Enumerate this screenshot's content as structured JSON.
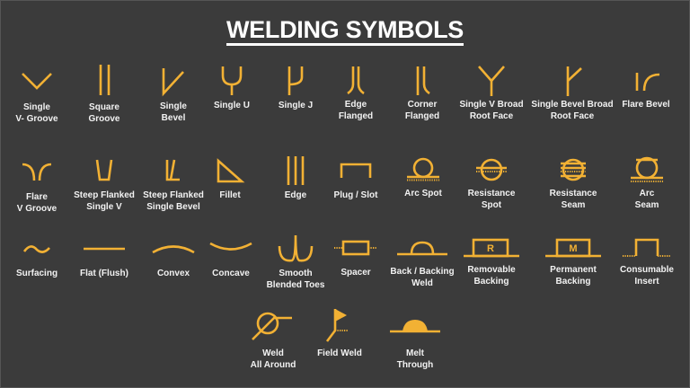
{
  "title": "WELDING SYMBOLS",
  "colors": {
    "background": "#3b3b3b",
    "symbol": "#f2b134",
    "text": "#f2f2f2"
  },
  "rows": [
    {
      "symbols": [
        {
          "icon": "single-v-groove-icon",
          "label": "Single\nV- Groove"
        },
        {
          "icon": "square-groove-icon",
          "label": "Square\nGroove"
        },
        {
          "icon": "single-bevel-icon",
          "label": "Single\nBevel"
        },
        {
          "icon": "single-u-icon",
          "label": "Single U"
        },
        {
          "icon": "single-j-icon",
          "label": "Single J"
        },
        {
          "icon": "edge-flanged-icon",
          "label": "Edge\nFlanged"
        },
        {
          "icon": "corner-flanged-icon",
          "label": "Corner\nFlanged"
        },
        {
          "icon": "single-v-broad-root-face-icon",
          "label": "Single V Broad\nRoot Face"
        },
        {
          "icon": "single-bevel-broad-root-face-icon",
          "label": "Single Bevel Broad\nRoot Face"
        },
        {
          "icon": "flare-bevel-icon",
          "label": "Flare Bevel"
        }
      ]
    },
    {
      "symbols": [
        {
          "icon": "flare-v-groove-icon",
          "label": "Flare\nV Groove"
        },
        {
          "icon": "steep-flanked-single-v-icon",
          "label": "Steep Flanked\nSingle V"
        },
        {
          "icon": "steep-flanked-single-bevel-icon",
          "label": "Steep Flanked\nSingle Bevel"
        },
        {
          "icon": "fillet-icon",
          "label": "Fillet"
        },
        {
          "icon": "edge-icon",
          "label": "Edge"
        },
        {
          "icon": "plug-slot-icon",
          "label": "Plug / Slot"
        },
        {
          "icon": "arc-spot-icon",
          "label": "Arc Spot"
        },
        {
          "icon": "resistance-spot-icon",
          "label": "Resistance\nSpot"
        },
        {
          "icon": "resistance-seam-icon",
          "label": "Resistance\nSeam"
        },
        {
          "icon": "arc-seam-icon",
          "label": "Arc\nSeam"
        }
      ]
    },
    {
      "symbols": [
        {
          "icon": "surfacing-icon",
          "label": "Surfacing"
        },
        {
          "icon": "flat-flush-icon",
          "label": "Flat (Flush)"
        },
        {
          "icon": "convex-icon",
          "label": "Convex"
        },
        {
          "icon": "concave-icon",
          "label": "Concave"
        },
        {
          "icon": "smooth-blended-toes-icon",
          "label": "Smooth\nBlended Toes"
        },
        {
          "icon": "spacer-icon",
          "label": "Spacer"
        },
        {
          "icon": "back-backing-weld-icon",
          "label": "Back / Backing\nWeld"
        },
        {
          "icon": "removable-backing-icon",
          "label": "Removable\nBacking",
          "box_letter": "R"
        },
        {
          "icon": "permanent-backing-icon",
          "label": "Permanent\nBacking",
          "box_letter": "M"
        },
        {
          "icon": "consumable-insert-icon",
          "label": "Consumable\nInsert"
        }
      ]
    },
    {
      "symbols": [
        {
          "icon": "weld-all-around-icon",
          "label": "Weld\nAll Around"
        },
        {
          "icon": "field-weld-icon",
          "label": "Field Weld"
        },
        {
          "icon": "melt-through-icon",
          "label": "Melt\nThrough"
        }
      ]
    }
  ]
}
